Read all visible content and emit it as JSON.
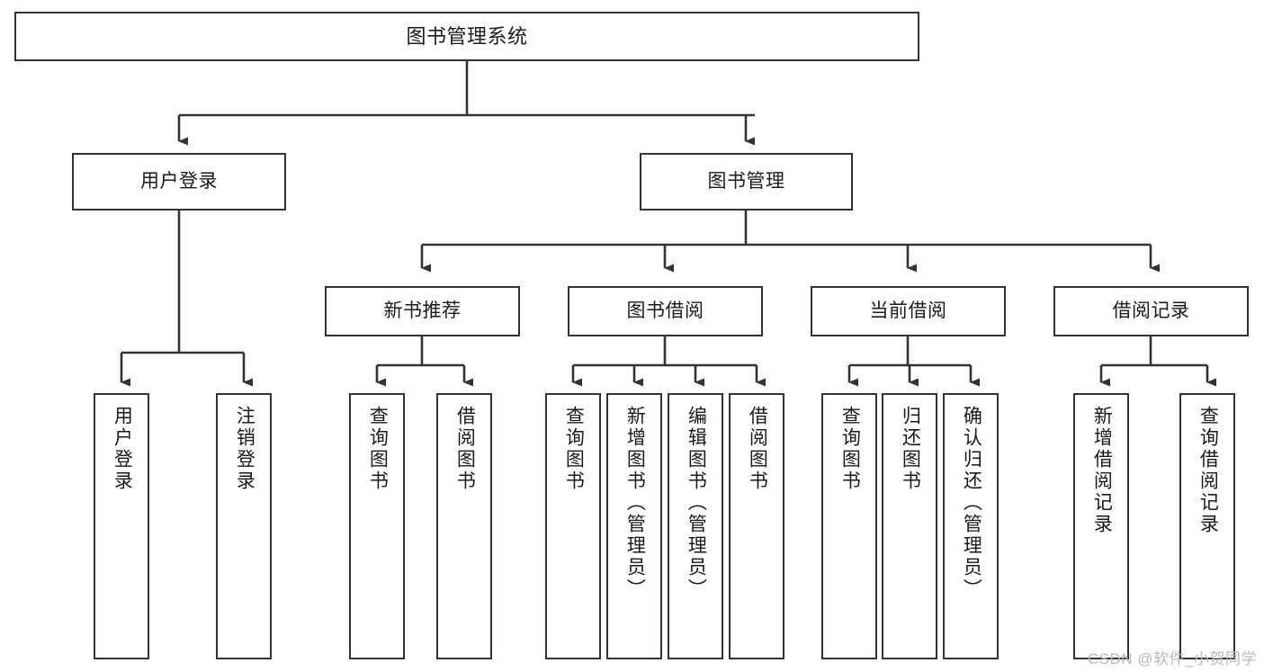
{
  "diagram": {
    "type": "tree",
    "title": "图书管理系统",
    "root": {
      "id": "root",
      "label": "图书管理系统"
    },
    "level2": [
      {
        "id": "user-login",
        "label": "用户登录"
      },
      {
        "id": "book-management",
        "label": "图书管理"
      }
    ],
    "level3": [
      {
        "id": "new-book-recommend",
        "label": "新书推荐",
        "parent": "book-management"
      },
      {
        "id": "book-borrow",
        "label": "图书借阅",
        "parent": "book-management"
      },
      {
        "id": "current-borrow",
        "label": "当前借阅",
        "parent": "book-management"
      },
      {
        "id": "borrow-record",
        "label": "借阅记录",
        "parent": "book-management"
      }
    ],
    "leaves": {
      "user_login": [
        {
          "id": "leaf-user-login",
          "label": "用户登录"
        },
        {
          "id": "leaf-user-logout",
          "label": "注销登录"
        }
      ],
      "new_book_recommend": [
        {
          "id": "leaf-query-book-1",
          "label": "查询图书"
        },
        {
          "id": "leaf-borrow-book-1",
          "label": "借阅图书"
        }
      ],
      "book_borrow": [
        {
          "id": "leaf-query-book-2",
          "label": "查询图书"
        },
        {
          "id": "leaf-add-book",
          "label": "新增图书（管理员）"
        },
        {
          "id": "leaf-edit-book",
          "label": "编辑图书（管理员）"
        },
        {
          "id": "leaf-borrow-book-2",
          "label": "借阅图书"
        }
      ],
      "current_borrow": [
        {
          "id": "leaf-query-book-3",
          "label": "查询图书"
        },
        {
          "id": "leaf-return-book",
          "label": "归还图书"
        },
        {
          "id": "leaf-confirm-return",
          "label": "确认归还（管理员）"
        }
      ],
      "borrow_record": [
        {
          "id": "leaf-add-record",
          "label": "新增借阅记录"
        },
        {
          "id": "leaf-query-record",
          "label": "查询借阅记录"
        }
      ]
    }
  },
  "watermark": "CSDN @软件_小贺同学",
  "colors": {
    "stroke": "#333333",
    "text": "#1a1a1a",
    "background": "#ffffff",
    "watermark": "#b9b9b9"
  }
}
